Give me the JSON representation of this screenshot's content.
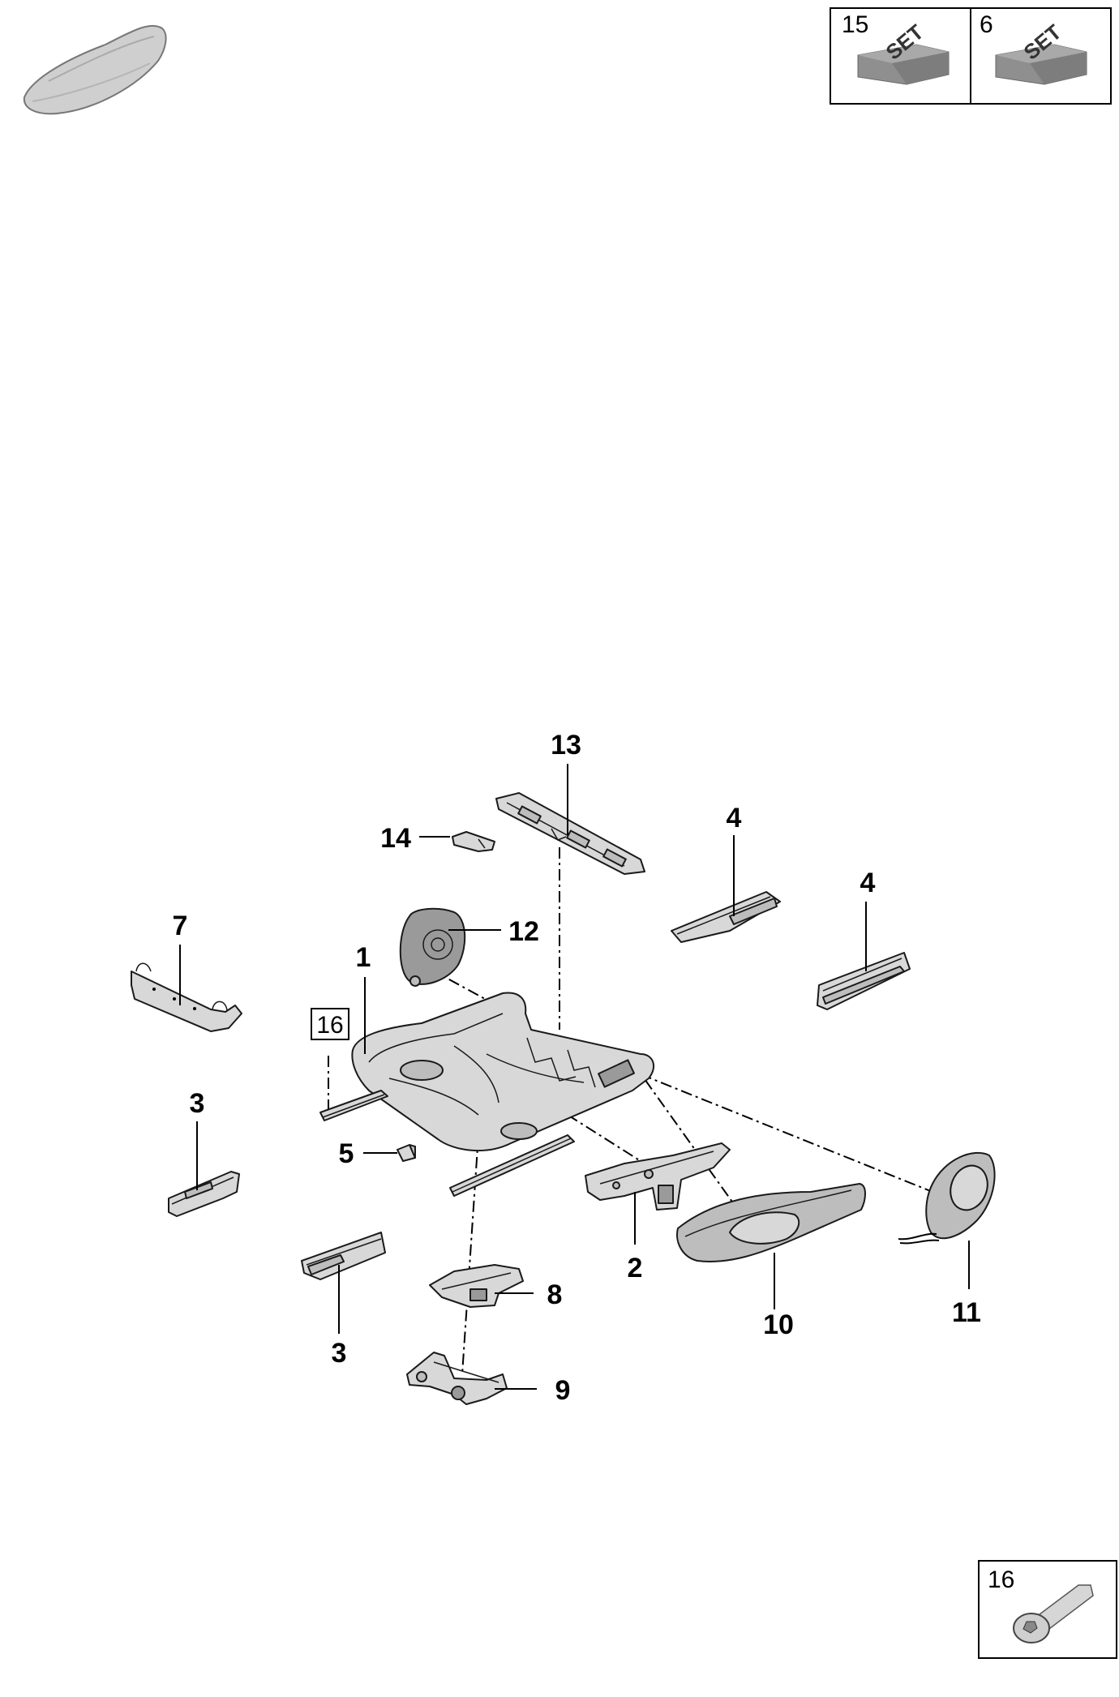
{
  "callouts": {
    "p1": "1",
    "p2": "2",
    "p3a": "3",
    "p3b": "3",
    "p4a": "4",
    "p4b": "4",
    "p5": "5",
    "p7": "7",
    "p8": "8",
    "p9": "9",
    "p10": "10",
    "p11": "11",
    "p12": "12",
    "p13": "13",
    "p14": "14"
  },
  "boxed_reference": "16",
  "set_boxes": [
    {
      "number": "15",
      "label": "SET"
    },
    {
      "number": "6",
      "label": "SET"
    }
  ],
  "bolt_box": {
    "number": "16"
  }
}
